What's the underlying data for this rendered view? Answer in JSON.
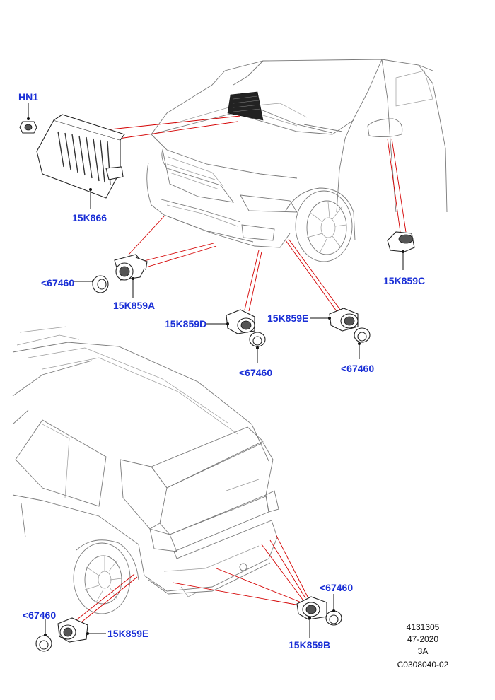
{
  "callouts": {
    "hn1": "HN1",
    "k866": "15K866",
    "c67460_a": "<67460",
    "k859a": "15K859A",
    "k859c": "15K859C",
    "k859d": "15K859D",
    "c67460_d": "<67460",
    "k859e_front": "15K859E",
    "c67460_e_front": "<67460",
    "c67460_rear_left": "<67460",
    "k859e_rear": "15K859E",
    "c67460_b": "<67460",
    "k859b": "15K859B"
  },
  "reference_block": {
    "line1": "4131305",
    "line2": "47-2020",
    "line3": "3A",
    "line4": "C0308040-02"
  }
}
